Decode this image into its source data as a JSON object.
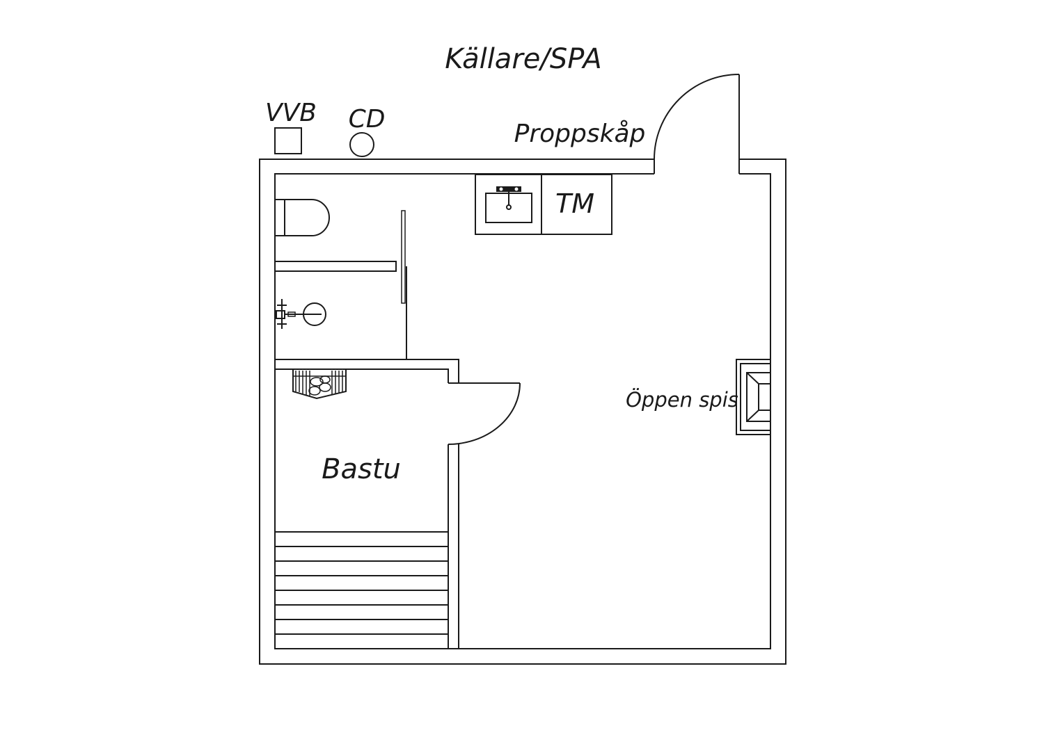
{
  "title": "Källare/SPA",
  "labels": {
    "vvb": "VVB",
    "cd": "CD",
    "proppskap": "Proppskåp",
    "tm": "TM",
    "oppen_spis": "Öppen spis",
    "bastu": "Bastu"
  },
  "colors": {
    "line": "#1a1a1a",
    "background": "#ffffff"
  },
  "icons": [
    "toilet-icon",
    "shower-icon",
    "washbasin-icon",
    "sauna-heater-icon",
    "fireplace-icon",
    "door-swing-icon",
    "staircase-icon"
  ]
}
